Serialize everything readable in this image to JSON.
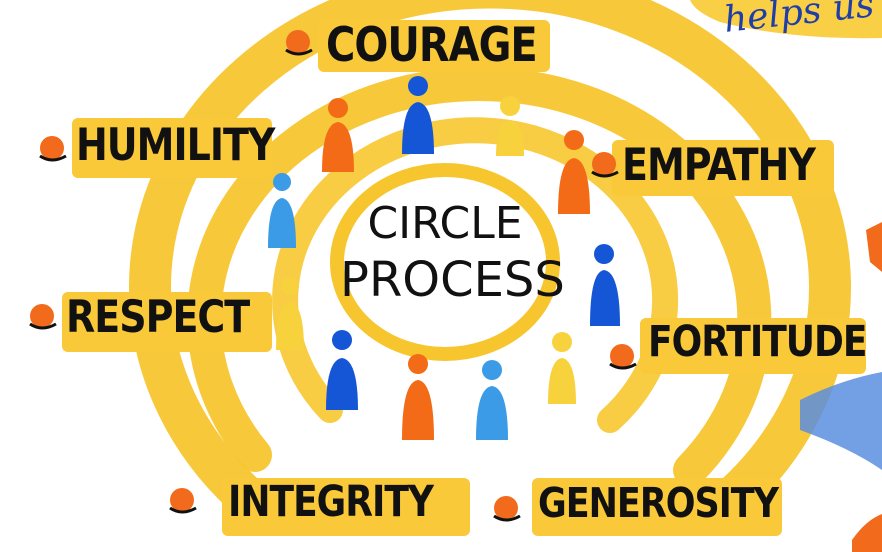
{
  "title": {
    "line1": "CIRCLE",
    "line2": "PROCESS"
  },
  "values": [
    {
      "id": "courage",
      "label": "COURAGE"
    },
    {
      "id": "humility",
      "label": "HUMILITY"
    },
    {
      "id": "empathy",
      "label": "EMPATHY"
    },
    {
      "id": "respect",
      "label": "RESPECT"
    },
    {
      "id": "fortitude",
      "label": "FORTITUDE"
    },
    {
      "id": "integrity",
      "label": "INTEGRITY"
    },
    {
      "id": "generosity",
      "label": "GENEROSITY"
    }
  ],
  "corner_text": "helps us t",
  "colors": {
    "ring_yellow": "#f7c62f",
    "highlight_yellow": "#f9c93a",
    "bullet_orange": "#f26a1b",
    "person_orange": "#f36b16",
    "person_blue": "#1556d6",
    "person_light_blue": "#3b9be6",
    "person_yellow": "#f8d23d",
    "ink": "#111111",
    "script_blue": "#1f3ea8"
  }
}
